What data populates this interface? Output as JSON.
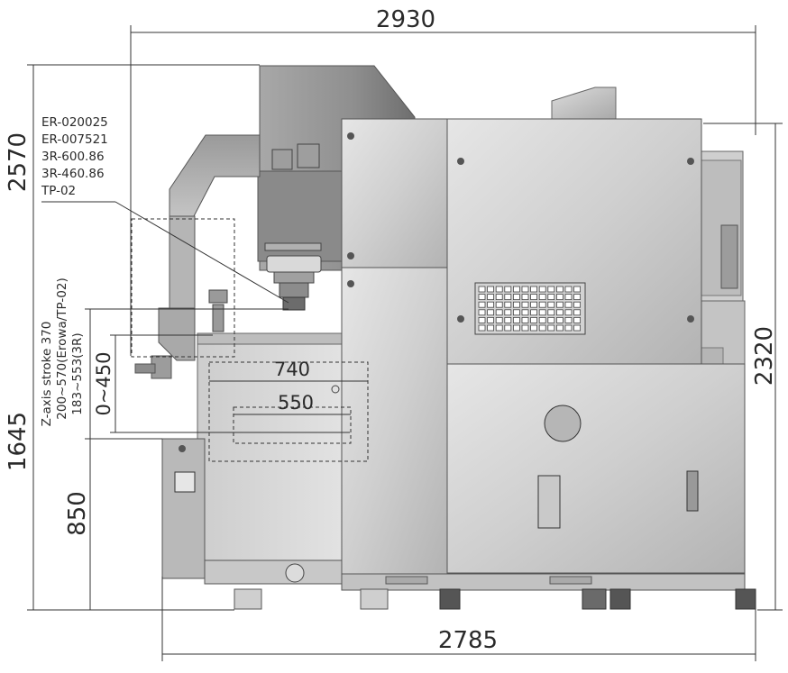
{
  "dimensions": {
    "overall_width_top": "2930",
    "overall_width_bottom": "2785",
    "overall_height_left": "2570",
    "height_right": "2320",
    "height_1645": "1645",
    "height_850": "850",
    "table_width_740": "740",
    "table_width_550": "550",
    "stroke_0_450": "0~450"
  },
  "z_axis_notes": {
    "line1": "Z-axis stroke 370",
    "line2": "200~570(Erowa/TP-02)",
    "line3": "183~553(3R)"
  },
  "chuck_callout": {
    "items": [
      "ER-020025",
      "ER-007521",
      "3R-600.86",
      "3R-460.86",
      "TP-02"
    ]
  },
  "colors": {
    "body_light": "#d8d8d8",
    "body_mid": "#bdbdbd",
    "body_dark": "#7d7d7d",
    "outline": "#555555"
  }
}
